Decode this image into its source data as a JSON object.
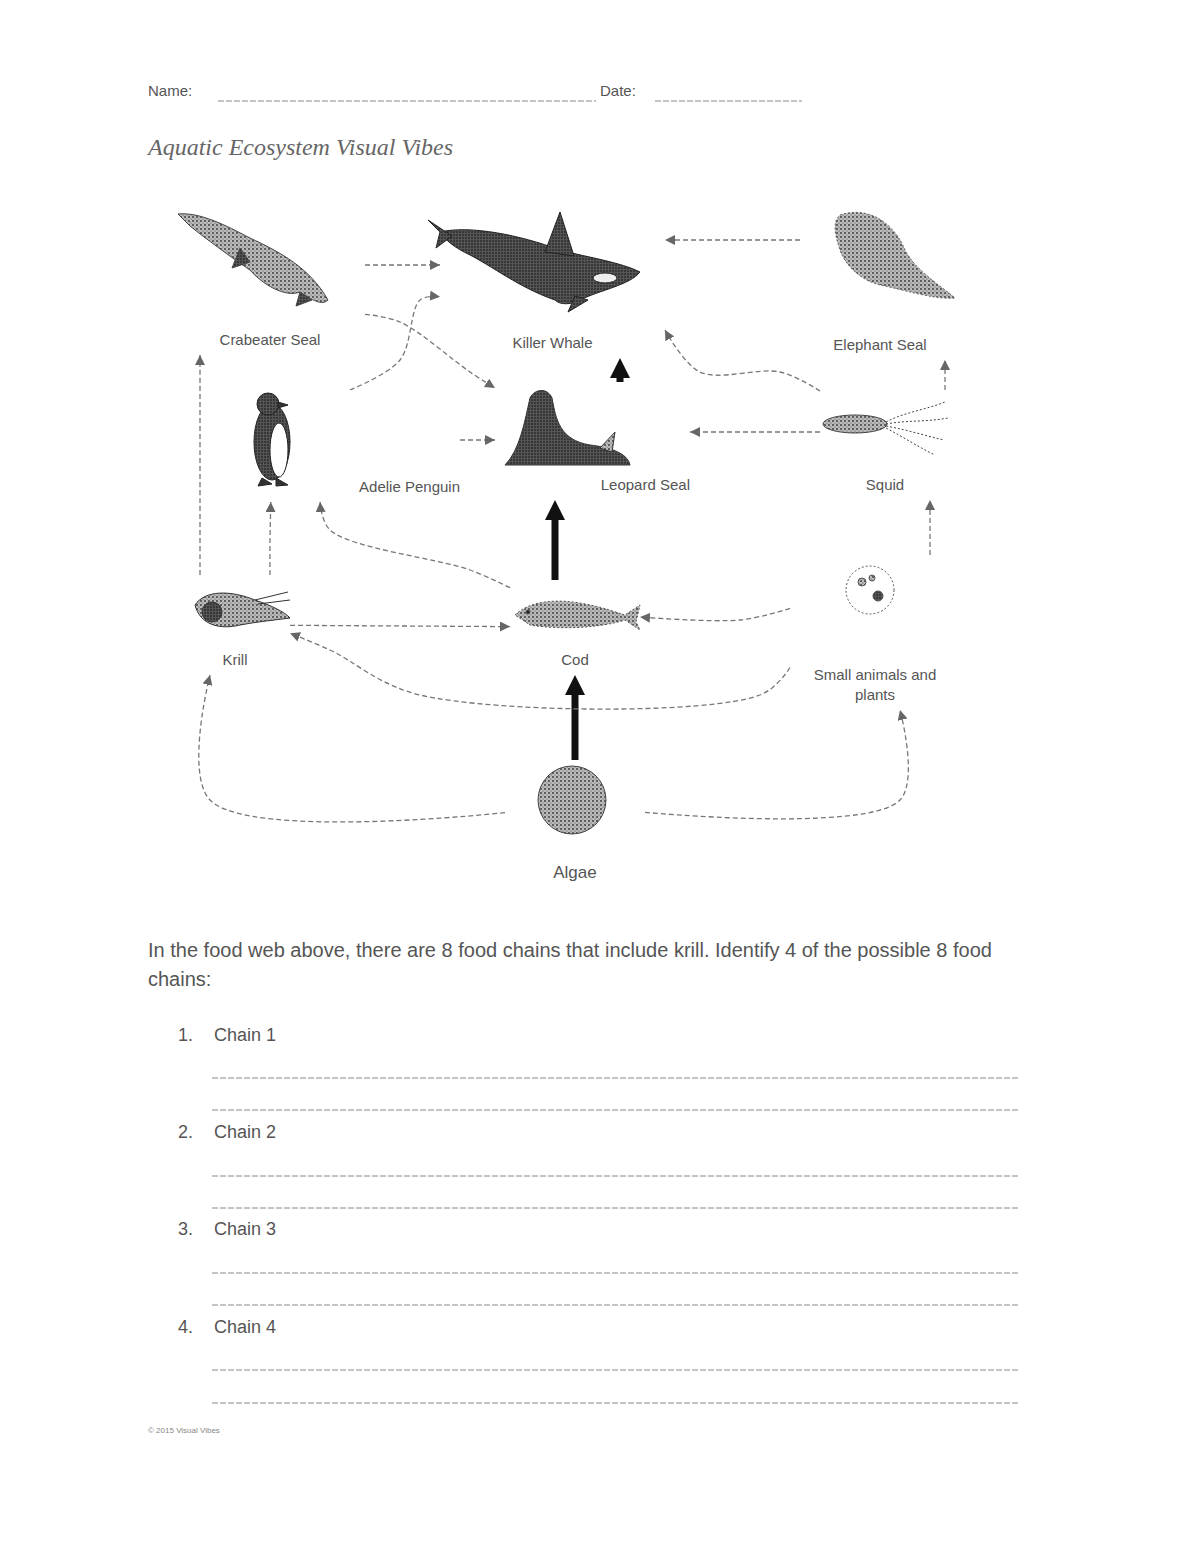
{
  "diagram": {
    "title": "Aquatic Ecosystem Visual Vibes",
    "nodes": [
      {
        "text": [
          "Crabeater Seal"
        ]
      },
      {
        "text": [
          "Killer Whale"
        ]
      },
      {
        "text": [
          "Elephant Seal"
        ]
      },
      {
        "text": [
          "Adelie Penguin"
        ]
      },
      {
        "text": [
          "Leopard Seal"
        ]
      },
      {
        "text": [
          "Squid"
        ]
      },
      {
        "text": [
          "Krill"
        ]
      },
      {
        "text": [
          "Cod"
        ]
      },
      {
        "text": [
          "Small animals and plants"
        ]
      },
      {
        "text": [
          "Algae"
        ]
      }
    ],
    "edges": [
      {
        "from": 9,
        "to": 7,
        "arrow": "to"
      },
      {
        "from": 9,
        "to": 6,
        "arrow": "to"
      },
      {
        "from": 9,
        "to": 8,
        "arrow": "to"
      },
      {
        "from": 6,
        "to": 3,
        "arrow": "to"
      },
      {
        "from": 6,
        "to": 0,
        "arrow": "to"
      },
      {
        "from": 6,
        "to": 7,
        "arrow": "to"
      },
      {
        "from": 8,
        "to": 6,
        "arrow": "to"
      },
      {
        "from": 8,
        "to": 7,
        "arrow": "to"
      },
      {
        "from": 7,
        "to": 3,
        "arrow": "to"
      },
      {
        "from": 7,
        "to": 4,
        "arrow": "to"
      },
      {
        "from": 4,
        "to": 1,
        "arrow": "to"
      },
      {
        "from": 8,
        "to": 5,
        "arrow": "to"
      },
      {
        "from": 5,
        "to": 4,
        "arrow": "to"
      },
      {
        "from": 5,
        "to": 2,
        "arrow": "to"
      },
      {
        "from": 2,
        "to": 1,
        "arrow": "to"
      },
      {
        "from": 3,
        "to": 4,
        "arrow": "to"
      },
      {
        "from": 3,
        "to": 1,
        "arrow": "to"
      },
      {
        "from": 0,
        "to": 4,
        "arrow": "to"
      },
      {
        "from": 0,
        "to": 1,
        "arrow": "to"
      },
      {
        "from": 5,
        "to": 1,
        "arrow": "to"
      }
    ],
    "labels": [
      "Name:",
      "Date:",
      "In the food web above, there are 8 food chains that include krill. Identify 4 of the possible 8 food chains:",
      "1.",
      "Chain 1",
      "2.",
      "Chain 2",
      "3.",
      "Chain 3",
      "4.",
      "Chain 4",
      "© 2015 Visual Vibes"
    ]
  }
}
